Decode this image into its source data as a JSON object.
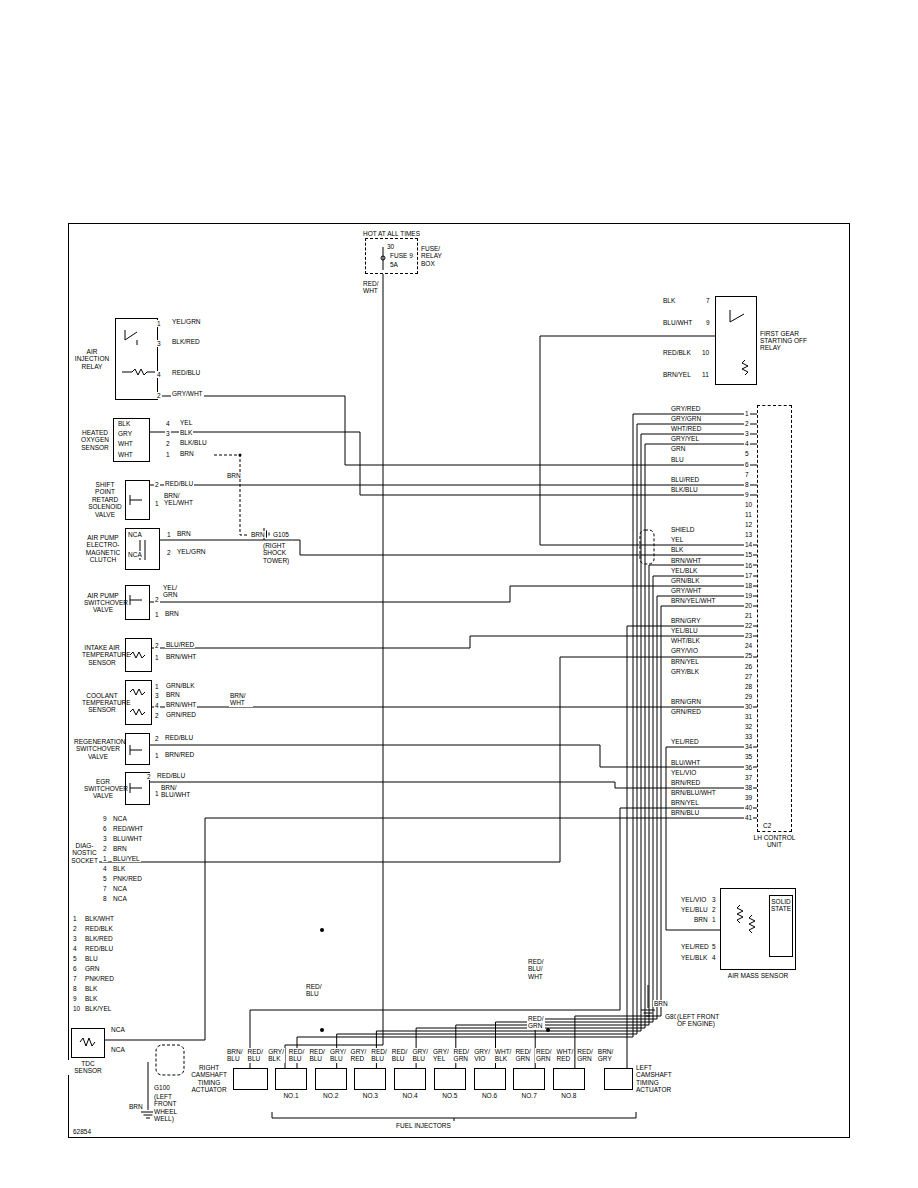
{
  "diagram": {
    "nodes": [
      {
        "text": [
          "HOT AT ALL TIMES",
          "FUSE/ RELAY BOX"
        ]
      },
      {
        "text": [
          "AIR INJECTION RELAY"
        ]
      },
      {
        "text": [
          "HEATED OXYGEN SENSOR"
        ]
      },
      {
        "text": [
          "SHIFT POINT RETARD SOLENOID VALVE"
        ]
      },
      {
        "text": [
          "AIR PUMP ELECTRO- MAGNETIC CLUTCH"
        ]
      },
      {
        "text": [
          "AIR PUMP SWITCHOVER VALVE"
        ]
      },
      {
        "text": [
          "INTAKE AIR TEMPERATURE SENSOR"
        ]
      },
      {
        "text": [
          "COOLANT TEMPERATURE SENSOR"
        ]
      },
      {
        "text": [
          "REGENERATION SWITCHOVER VALVE"
        ]
      },
      {
        "text": [
          "EGR SWITCHOVER VALVE"
        ]
      },
      {
        "text": [
          "DIAG- NOSTIC SOCKET"
        ]
      },
      {
        "text": [
          "TDC SENSOR"
        ]
      },
      {
        "text": [
          "RIGHT CAMSHAFT TIMING ACTUATOR"
        ]
      },
      {
        "text": [
          "NO.1"
        ]
      },
      {
        "text": [
          "NO.2"
        ]
      },
      {
        "text": [
          "NO.3"
        ]
      },
      {
        "text": [
          "NO.4"
        ]
      },
      {
        "text": [
          "NO.5"
        ]
      },
      {
        "text": [
          "NO.6"
        ]
      },
      {
        "text": [
          "NO.7"
        ]
      },
      {
        "text": [
          "NO.8"
        ]
      },
      {
        "text": [
          "LEFT CAMSHAFT TIMING ACTUATOR"
        ]
      },
      {
        "text": [
          "AIR MASS SENSOR"
        ]
      },
      {
        "text": [
          "SOLID STATE"
        ],
        "in": 22
      },
      {
        "text": [
          "FIRST GEAR STARTING OFF RELAY"
        ]
      },
      {
        "text": [
          "LH CONTROL UNIT"
        ]
      }
    ],
    "edges": [
      {
        "from": 0,
        "to": 13,
        "arrow": "none"
      },
      {
        "from": 1,
        "to": 25,
        "arrow": "none"
      },
      {
        "from": 2,
        "to": 25,
        "arrow": "none"
      },
      {
        "from": 3,
        "to": 25,
        "arrow": "none"
      },
      {
        "from": 4,
        "to": 25,
        "arrow": "none"
      },
      {
        "from": 5,
        "to": 25,
        "arrow": "none"
      },
      {
        "from": 6,
        "to": 25,
        "arrow": "none"
      },
      {
        "from": 7,
        "to": 25,
        "arrow": "none"
      },
      {
        "from": 8,
        "to": 25,
        "arrow": "none"
      },
      {
        "from": 9,
        "to": 25,
        "arrow": "none"
      },
      {
        "from": 10,
        "to": 25,
        "arrow": "none"
      },
      {
        "from": 11,
        "to": 25,
        "arrow": "none"
      },
      {
        "from": 12,
        "to": 25,
        "arrow": "none"
      },
      {
        "from": 13,
        "to": 25,
        "arrow": "none"
      },
      {
        "from": 14,
        "to": 25,
        "arrow": "none"
      },
      {
        "from": 15,
        "to": 25,
        "arrow": "none"
      },
      {
        "from": 16,
        "to": 25,
        "arrow": "none"
      },
      {
        "from": 17,
        "to": 25,
        "arrow": "none"
      },
      {
        "from": 18,
        "to": 25,
        "arrow": "none"
      },
      {
        "from": 19,
        "to": 25,
        "arrow": "none"
      },
      {
        "from": 20,
        "to": 25,
        "arrow": "none"
      },
      {
        "from": 21,
        "to": 25,
        "arrow": "none"
      },
      {
        "from": 22,
        "to": 25,
        "arrow": "none"
      },
      {
        "from": 24,
        "to": 25,
        "arrow": "none"
      }
    ],
    "labels": [
      "30",
      "FUSE 9",
      "5A",
      "RED/ WHT",
      "1",
      "YEL/GRN",
      "3",
      "BLK/RED",
      "4",
      "RED/BLU",
      "2",
      "GRY/WHT",
      "BLK",
      "4",
      "YEL",
      "GRY",
      "3",
      "BLK",
      "WHT",
      "2",
      "BLK/BLU",
      "WHT",
      "1",
      "BRN",
      "BRN",
      "2",
      "RED/BLU",
      "1",
      "BRN/ YEL/WHT",
      "NCA",
      "1",
      "BRN",
      "NCA",
      "2",
      "YEL/GRN",
      "BRN",
      "G105",
      "(RIGHT SHOCK TOWER)",
      "YEL/ GRN",
      "2",
      "1",
      "BRN",
      "2",
      "BLU/RED",
      "1",
      "BRN/WHT",
      "1",
      "GRN/BLK",
      "3",
      "BRN",
      "4",
      "BRN/WHT",
      "2",
      "GRN/RED",
      "BRN/ WHT",
      "2",
      "RED/BLU",
      "1",
      "BRN/RED",
      "2",
      "RED/BLU",
      "1",
      "BRN/ BLU/WHT",
      "9",
      "NCA",
      "6",
      "RED/WHT",
      "3",
      "BLU/WHT",
      "2",
      "BRN",
      "1",
      "BLU/YEL",
      "4",
      "BLK",
      "5",
      "PNK/RED",
      "7",
      "NCA",
      "8",
      "NCA",
      "1",
      "BLK/WHT",
      "2",
      "RED/BLK",
      "3",
      "BLK/RED",
      "4",
      "RED/BLU",
      "5",
      "BLU",
      "6",
      "GRN",
      "7",
      "PNK/RED",
      "8",
      "BLK",
      "9",
      "BLK",
      "10",
      "BLK/YEL",
      "NCA",
      "NCA",
      "G100",
      "(LEFT FRONT WHEEL WELL)",
      "BRN",
      "BRN/ BLU",
      "RED/ BLU",
      "GRY/ BLK",
      "RED/ BLU",
      "RED/ BLU",
      "GRY/ BLU",
      "GRY/ RED",
      "RED/ BLU",
      "RED/ BLU",
      "GRY/ BLU",
      "GRY/ YEL",
      "RED/ GRN",
      "GRY/ VIO",
      "WHT/ BLK",
      "RED/ GRN",
      "RED/ GRN",
      "WHT/ RED",
      "RED/ GRN",
      "BRN/ GRY",
      "RED/ BLU",
      "RED/ BLU/ WHT",
      "RED/ GRN",
      "FUEL INJECTORS",
      "YEL/VIO",
      "3",
      "YEL/BLU",
      "2",
      "BRN",
      "1",
      "YEL/RED",
      "5",
      "YEL/BLK",
      "4",
      "BRN",
      "G80",
      "(LEFT FRONT OF ENGINE)",
      "BLK",
      "7",
      "BLU/WHT",
      "9",
      "RED/BLK",
      "10",
      "BRN/YEL",
      "11",
      "C2",
      "62854",
      "1",
      "2",
      "3",
      "4",
      "5",
      "6",
      "7",
      "8",
      "9",
      "10",
      "11",
      "12",
      "13",
      "14",
      "15",
      "16",
      "17",
      "18",
      "19",
      "20",
      "21",
      "22",
      "23",
      "24",
      "25",
      "26",
      "27",
      "28",
      "29",
      "30",
      "31",
      "32",
      "33",
      "34",
      "35",
      "36",
      "37",
      "38",
      "39",
      "40",
      "41",
      "GRY/RED",
      "GRY/GRN",
      "WHT/RED",
      "GRY/YEL",
      "GRN",
      "BLU",
      "BLU/RED",
      "BLK/BLU",
      "SHIELD",
      "YEL",
      "BLK",
      "BRN/WHT",
      "YEL/BLK",
      "GRN/BLK",
      "GRY/WHT",
      "BRN/YEL/WHT",
      "BRN/GRY",
      "YEL/BLU",
      "WHT/BLK",
      "GRY/VIO",
      "BRN/YEL",
      "GRY/BLK",
      "BRN/GRN",
      "GRN/RED",
      "YEL/RED",
      "BLU/WHT",
      "YEL/VIO",
      "BRN/RED",
      "BRN/BLU/WHT",
      "BRN/YEL",
      "BRN/BLU"
    ]
  }
}
